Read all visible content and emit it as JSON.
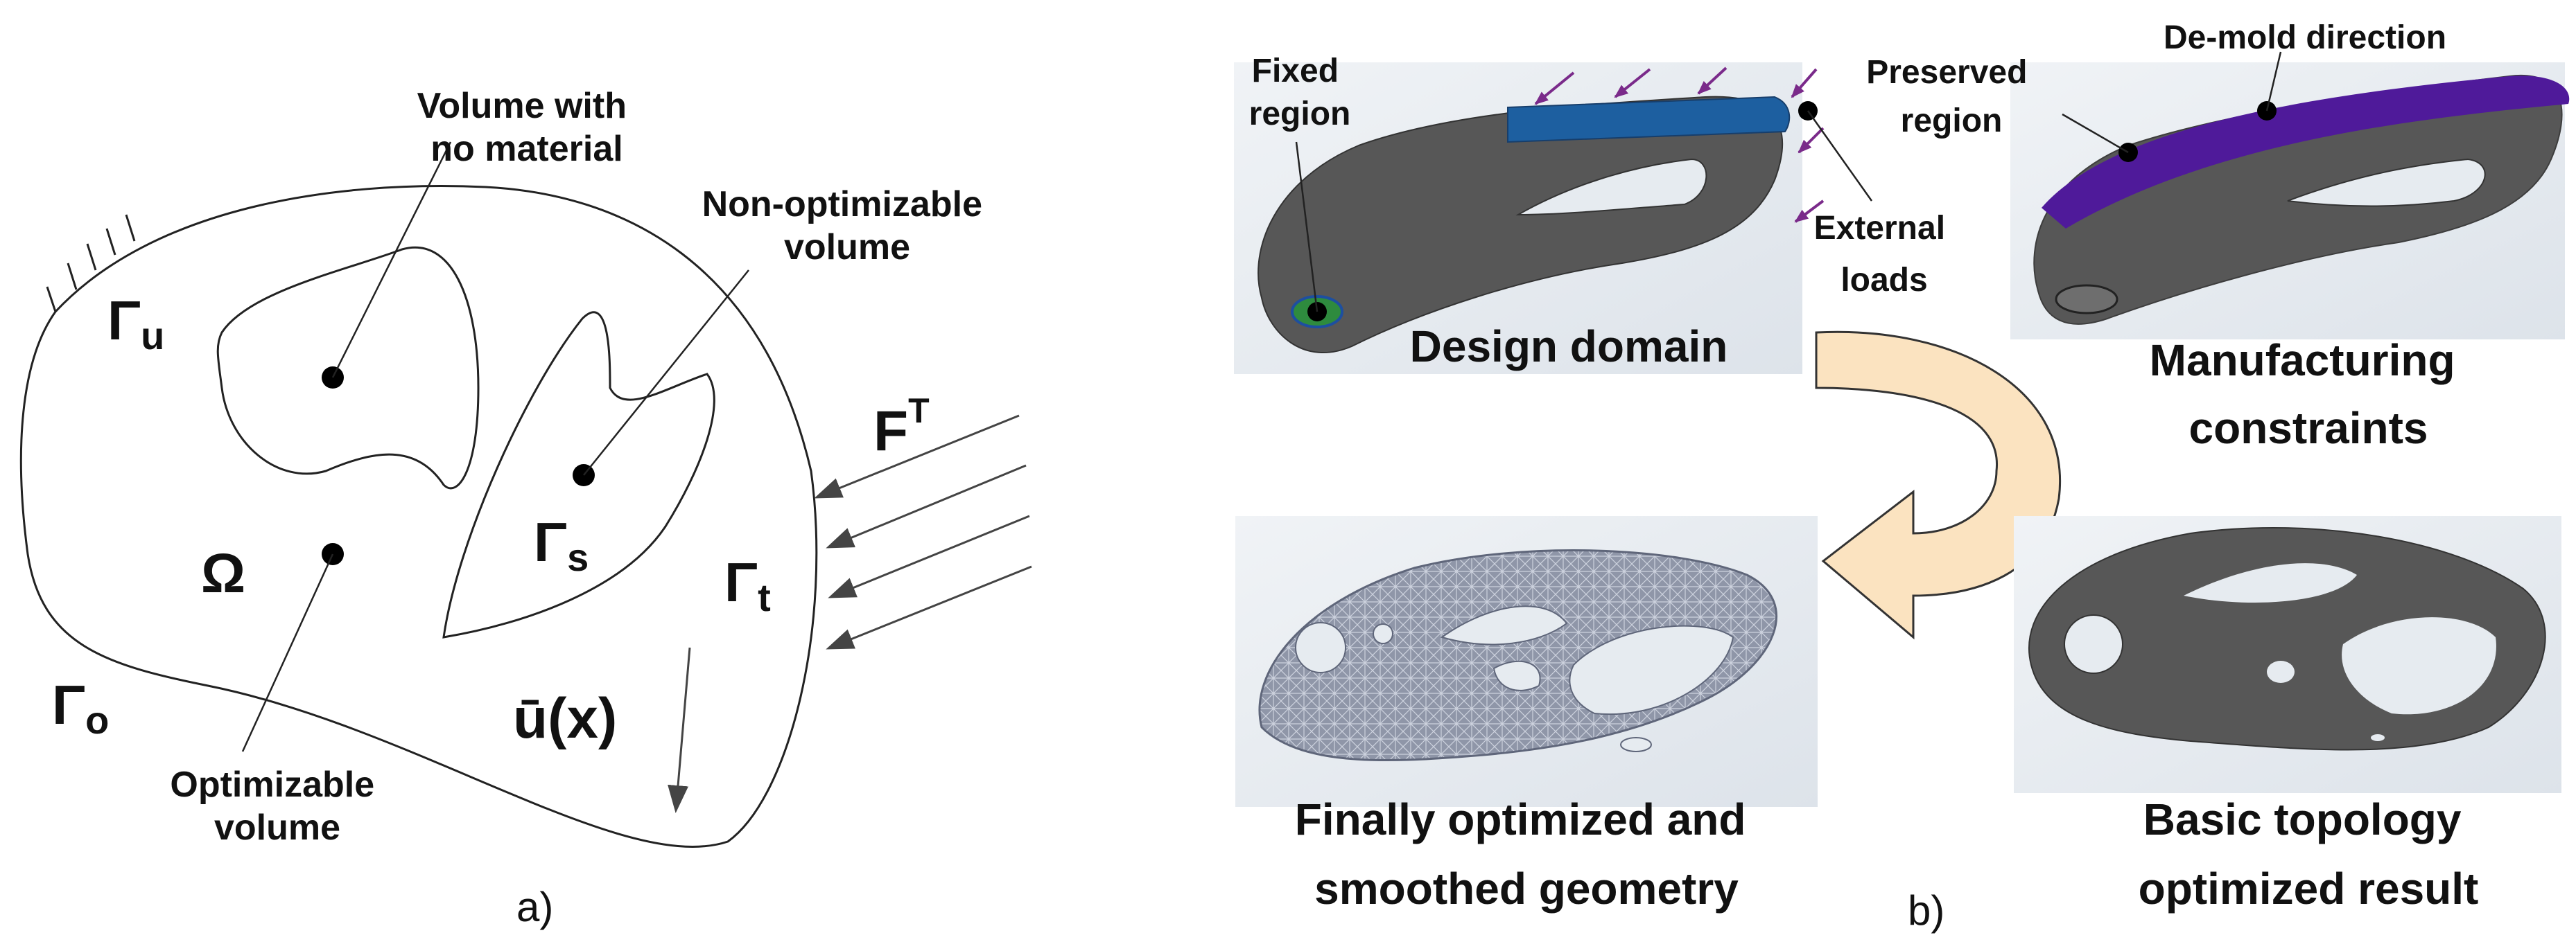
{
  "panel_a": {
    "label_volume_no_material_line1": "Volume with",
    "label_volume_no_material_line2": "no material",
    "label_non_optimizable_line1": "Non-optimizable",
    "label_non_optimizable_line2": "volume",
    "label_optimizable_line1": "Optimizable",
    "label_optimizable_line2": "volume",
    "symbol_gamma_u_base": "Γ",
    "symbol_gamma_u_sub": "u",
    "symbol_gamma_s_base": "Γ",
    "symbol_gamma_s_sub": "s",
    "symbol_gamma_t_base": "Γ",
    "symbol_gamma_t_sub": "t",
    "symbol_gamma_o_base": "Γ",
    "symbol_gamma_o_sub": "o",
    "symbol_omega": "Ω",
    "symbol_force_base": "F",
    "symbol_force_sup": "T",
    "symbol_displacement": "ū(x)",
    "caption": "a)"
  },
  "panel_b": {
    "label_fixed_line1": "Fixed",
    "label_fixed_line2": "region",
    "label_external_line1": "External",
    "label_external_line2": "loads",
    "label_preserved_line1": "Preserved",
    "label_preserved_line2": "region",
    "label_demold": "De-mold direction",
    "title_design_domain": "Design domain",
    "title_manufacturing_line1": "Manufacturing",
    "title_manufacturing_line2": "constraints",
    "title_final_line1": "Finally optimized and",
    "title_final_line2": "smoothed geometry",
    "title_basic_line1": "Basic topology",
    "title_basic_line2": "optimized result",
    "caption": "b)"
  },
  "colors": {
    "part_gray": "#575757",
    "part_dark": "#3d3d3d",
    "blue_region": "#1d5fa0",
    "purple_region": "#4f1a9a",
    "load_arrow": "#7a2a8a",
    "bg_panel": "#e6ebf0",
    "flow_arrow_fill": "#fbe3c0"
  }
}
